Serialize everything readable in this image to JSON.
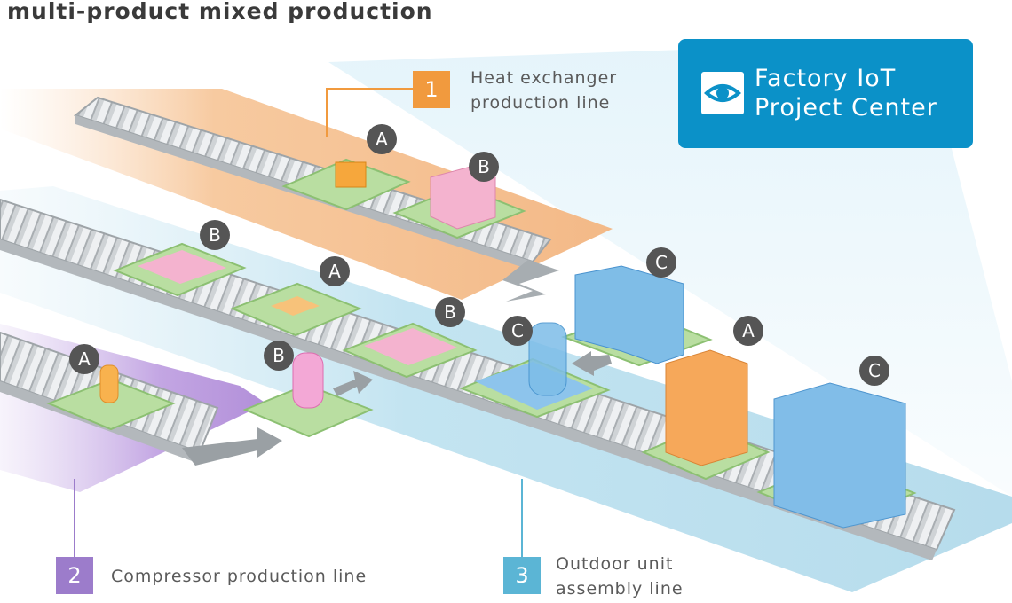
{
  "title": "multi-product mixed production",
  "center": {
    "label_line1": "Factory IoT",
    "label_line2": "Project Center",
    "icon": "eye-icon"
  },
  "lines": [
    {
      "number": "1",
      "label_line1": "Heat exchanger",
      "label_line2": "production line",
      "color": "#f19a3e"
    },
    {
      "number": "2",
      "label": "Compressor production line",
      "color": "#9c7ccb"
    },
    {
      "number": "3",
      "label_line1": "Outdoor unit",
      "label_line2": "assembly line",
      "color": "#5bb5d5"
    }
  ],
  "badges": {
    "l1_a": "A",
    "l1_b": "B",
    "mid_b1": "B",
    "mid_a": "A",
    "mid_b2": "B",
    "l2_a": "A",
    "l2_b": "B",
    "c_c1": "C",
    "c_c2": "C",
    "c_a": "A",
    "c_c3": "C"
  }
}
